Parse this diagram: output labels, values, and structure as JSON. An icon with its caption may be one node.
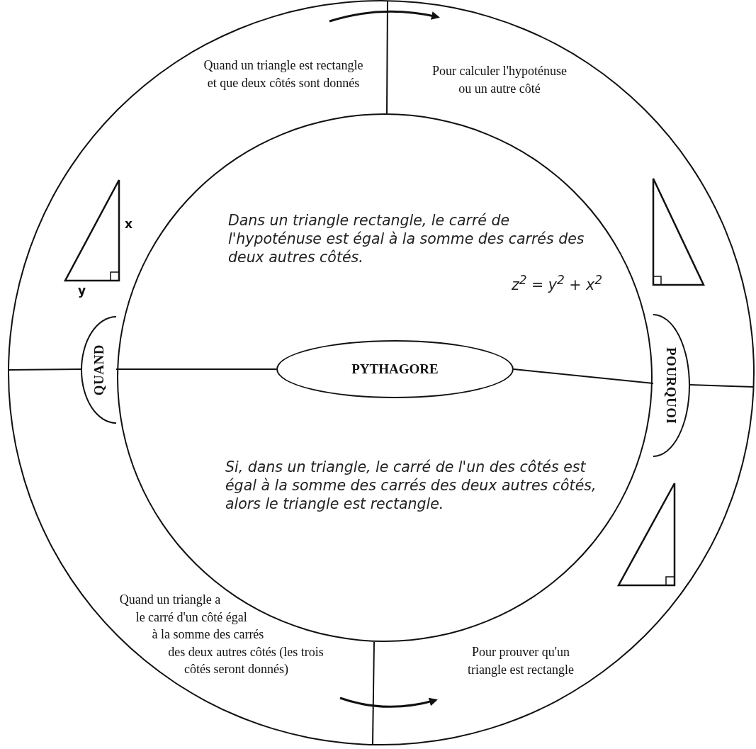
{
  "diagram": {
    "nodes": [
      {
        "text": [],
        "shape": "circle"
      },
      {
        "text": [
          "Quand un triangle est rectangle et que deux côtés sont donnés"
        ],
        "in": 0
      },
      {
        "text": [
          "Pour calculer l'hypoténuse ou un autre côté"
        ],
        "in": 0
      },
      {
        "text": [
          "Dans un triangle rectangle, le carré de l'hypoténuse est égal à la somme des carrés des deux autres côtés.",
          "z$^{2}$ = y$^{2}$ + *x*$^{2}$",
          "Si, dans un triangle, le carré de l'un des côtés est égal à la somme des carrés des deux autres côtés, alors le triangle est rectangle."
        ],
        "in": 0
      },
      {
        "text": [
          "PYTHAGORE"
        ],
        "in": 3
      },
      {
        "text": [
          "QUAND"
        ],
        "in": 0
      },
      {
        "text": [
          "POURQUOI"
        ],
        "in": 0
      },
      {
        "text": [
          "Quand un triangle a le carré d'un côté égal à la somme des carrés des deux autres côtés (les trois côtés seront donnés)"
        ],
        "in": 0
      },
      {
        "text": [
          "Pour prouver qu'un triangle est rectangle"
        ],
        "in": 0
      }
    ],
    "labels": [
      "x",
      "y"
    ]
  }
}
